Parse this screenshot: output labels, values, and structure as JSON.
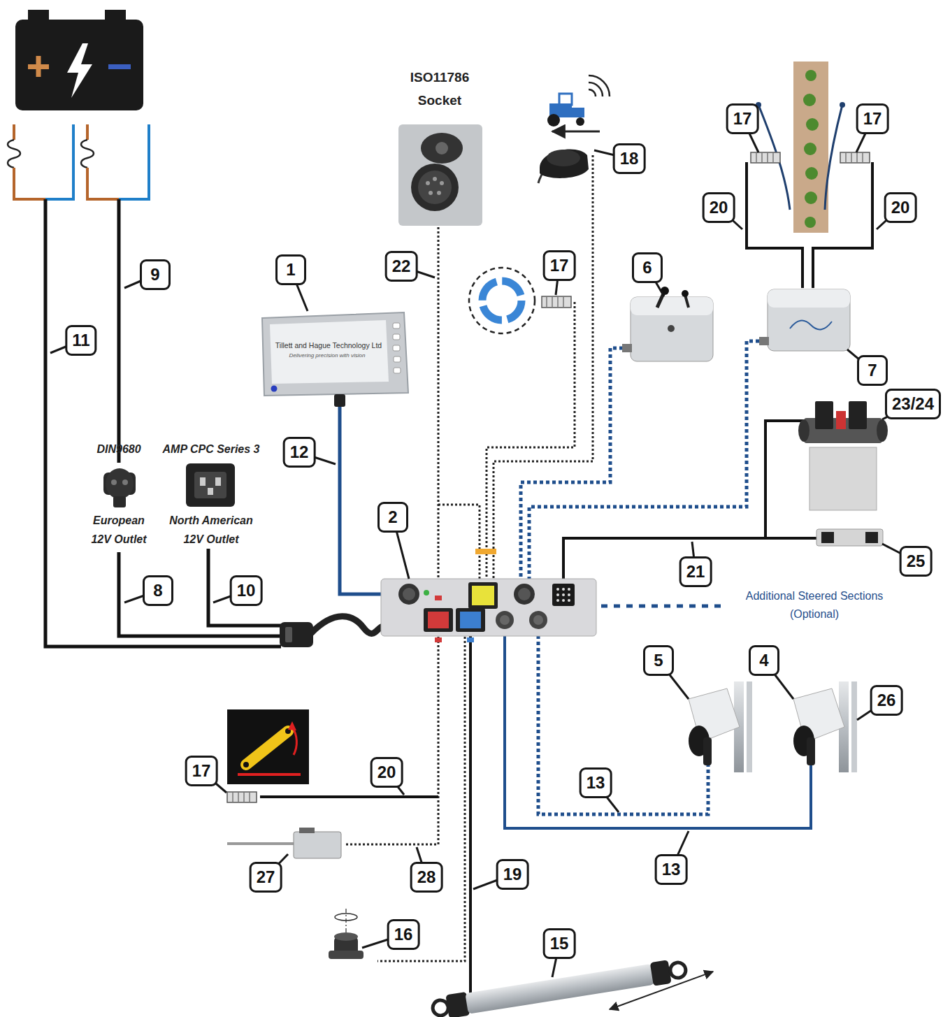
{
  "diagram": {
    "labels": [
      "ISO11786 Socket",
      "18",
      "17",
      "17",
      "20",
      "20",
      "9",
      "22",
      "1",
      "17",
      "6",
      "11",
      "Tillett and Hague Technology Ltd",
      "Delivering precision with vision",
      "7",
      "12",
      "23/24",
      "DIN9680",
      "AMP CPC Series 3",
      "European 12V Outlet",
      "North American 12V Outlet",
      "2",
      "21",
      "25",
      "8",
      "10",
      "Additional Steered Sections (Optional)",
      "5",
      "4",
      "26",
      "17",
      "20",
      "13",
      "13",
      "27",
      "28",
      "19",
      "16",
      "15"
    ]
  }
}
